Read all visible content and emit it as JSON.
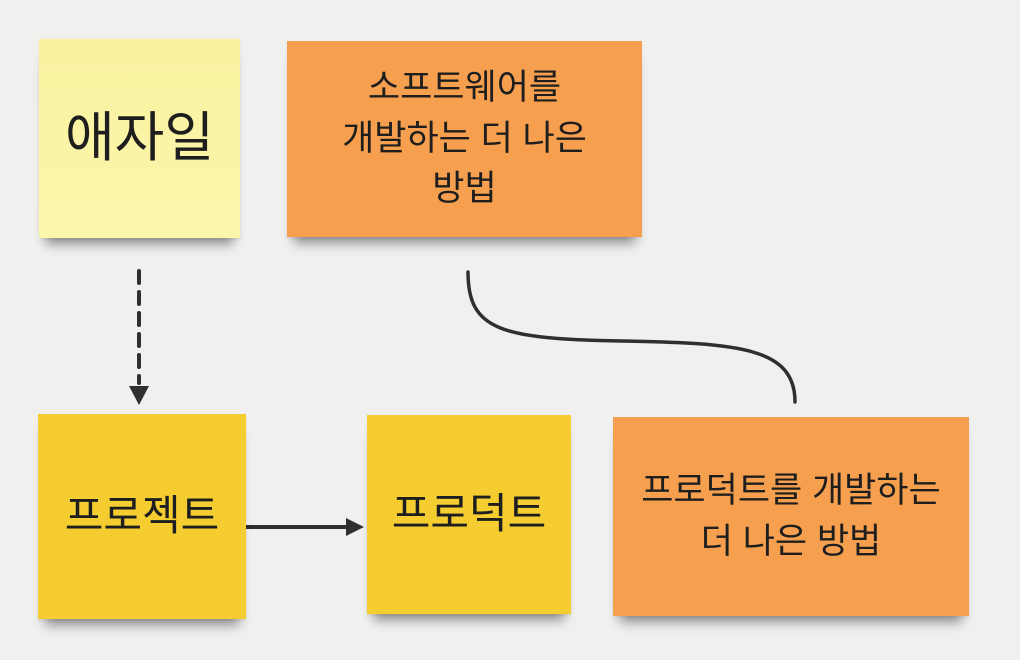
{
  "app": {
    "type": "whiteboard-sticky-note-diagram"
  },
  "palette": {
    "background": "#f0f0ee",
    "sticky_light_yellow": "#fbf4a4",
    "sticky_yellow": "#f5cd30",
    "sticky_orange": "#f6a04f",
    "text": "#1e1e1e",
    "connector": "#2f2f2f"
  },
  "notes": [
    {
      "id": "agile",
      "label": "애자일",
      "color": "#fbf4a4",
      "shape": "square"
    },
    {
      "id": "software-better-way",
      "label": "소프트웨어를\n개발하는 더 나은\n방법",
      "color": "#f6a04f",
      "shape": "wide"
    },
    {
      "id": "project",
      "label": "프로젝트",
      "color": "#f5cd30",
      "shape": "square"
    },
    {
      "id": "product",
      "label": "프로덕트",
      "color": "#f5cd30",
      "shape": "square"
    },
    {
      "id": "product-better-way",
      "label": "프로덕트를 개발하는\n더 나은 방법",
      "color": "#f6a04f",
      "shape": "wide"
    }
  ],
  "connectors": [
    {
      "id": "agile-to-project",
      "from": "애자일",
      "to": "프로젝트",
      "line": "dashed",
      "arrowhead": "end"
    },
    {
      "id": "project-to-product",
      "from": "프로젝트",
      "to": "프로덕트",
      "line": "solid",
      "arrowhead": "end"
    },
    {
      "id": "software-way-to-product-way",
      "from": "소프트웨어를 개발하는 더 나은 방법",
      "to": "프로덕트를 개발하는 더 나은 방법",
      "line": "solid-curved",
      "arrowhead": "none"
    }
  ]
}
